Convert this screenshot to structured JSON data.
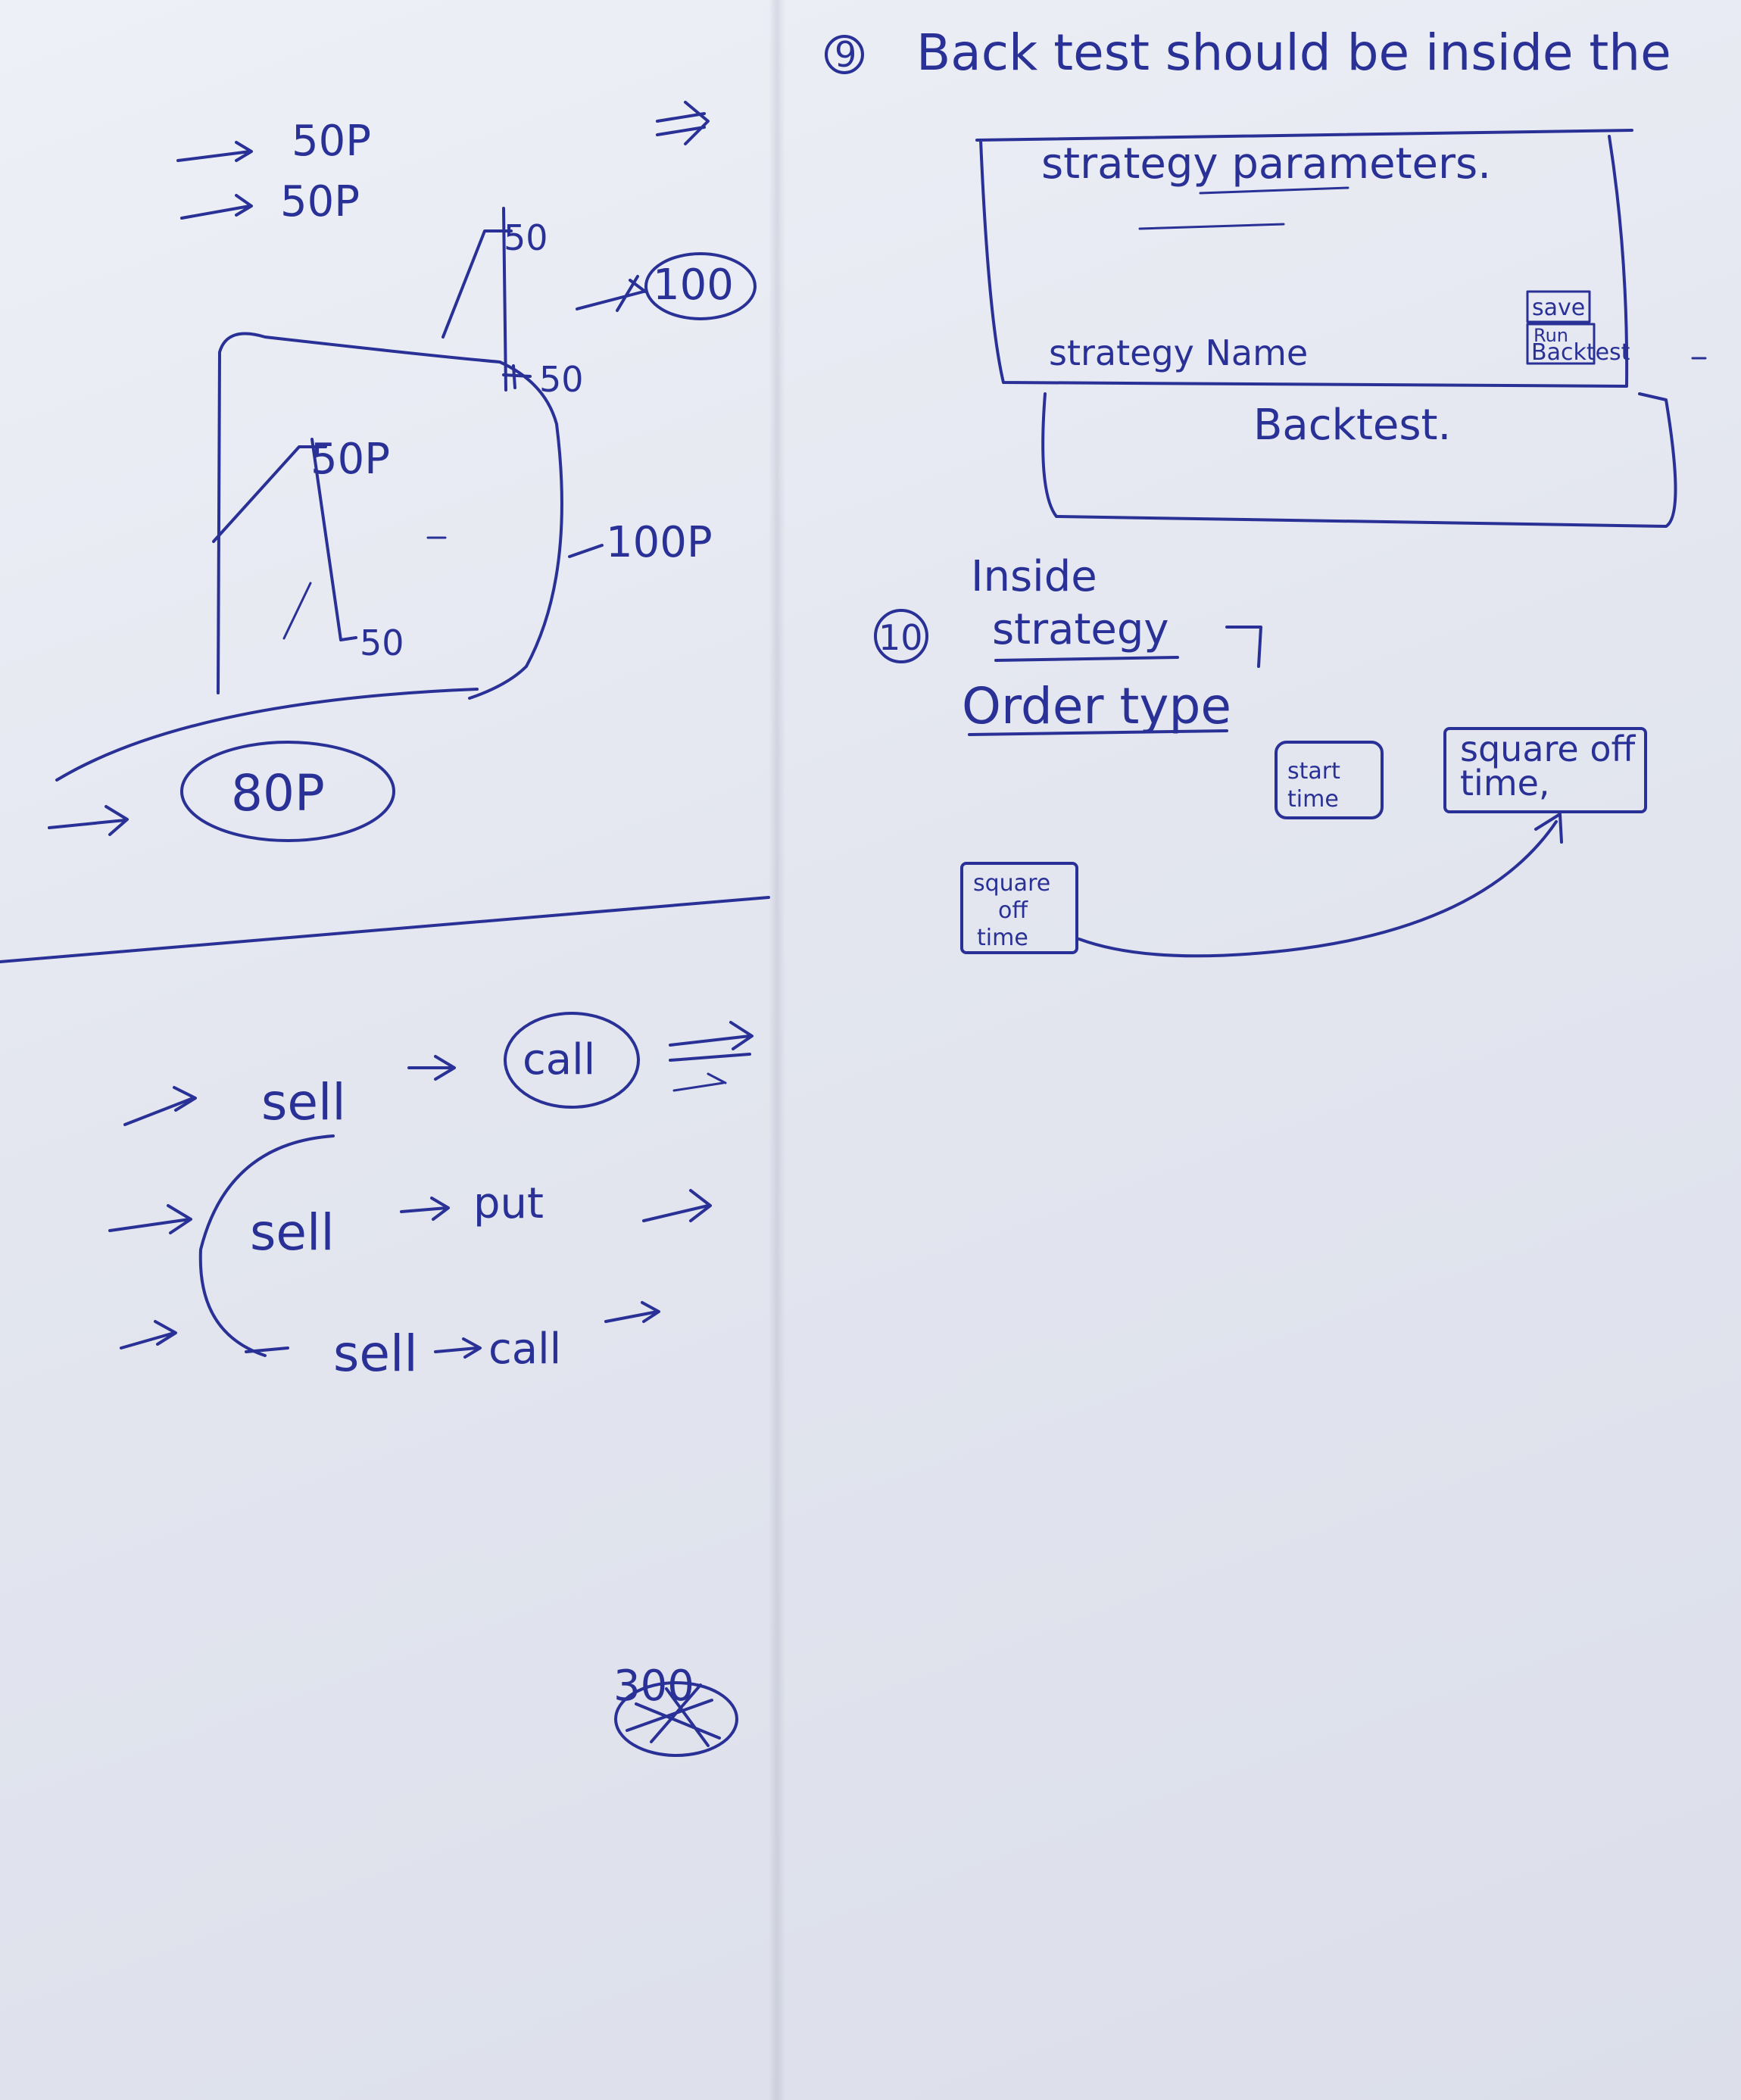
{
  "left_notes": {
    "arrow_items": [
      "50P",
      "50P"
    ],
    "chart": {
      "top_label": "50",
      "circled_value": "100",
      "mid_label": "50",
      "peak_label": "50P",
      "base_label": "50",
      "side_label": "100P"
    },
    "circled_total": "80P",
    "sell_legs": [
      {
        "action": "sell",
        "option": "call"
      },
      {
        "action": "sell",
        "option": "put"
      },
      {
        "action": "sell",
        "option": "call"
      }
    ],
    "bottom_scribble": "300"
  },
  "right_notes": {
    "note9": {
      "number": "9",
      "heading": "Back test should be inside the",
      "box_title": "strategy parameters.",
      "strategy_name": "strategy Name",
      "save_label": "save",
      "run_label": "Run",
      "backtest_small": "Backtest",
      "backtest_label": "Backtest."
    },
    "note10": {
      "number": "10",
      "inside": "Inside",
      "strategy": "strategy",
      "order_type": "Order type",
      "start_time": [
        "start",
        "time"
      ],
      "square_off_time": [
        "square off",
        "time,"
      ],
      "square_off_small": [
        "square",
        "off",
        "time"
      ]
    }
  }
}
